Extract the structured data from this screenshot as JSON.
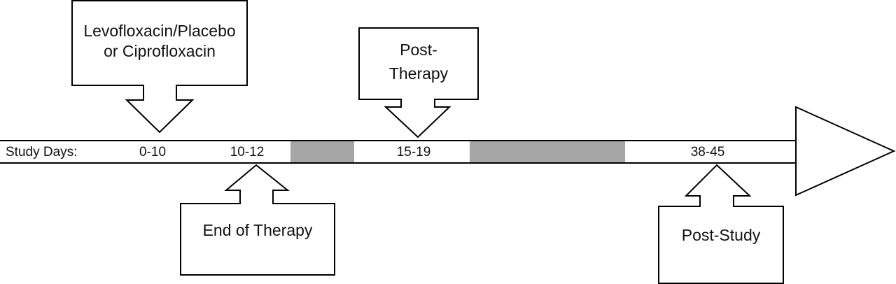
{
  "timeline": {
    "axis_label": "Study Days:",
    "periods": [
      "0-10",
      "10-12",
      "15-19",
      "38-45"
    ]
  },
  "callouts": {
    "treatment": [
      "Levofloxacin/Placebo",
      "or Ciprofloxacin"
    ],
    "end_of_therapy": "End of Therapy",
    "post_therapy": [
      "Post-",
      "Therapy"
    ],
    "post_study": "Post-Study"
  },
  "colors": {
    "line": "#000000",
    "gap": "#a6a6a6",
    "background": "#ffffff"
  }
}
